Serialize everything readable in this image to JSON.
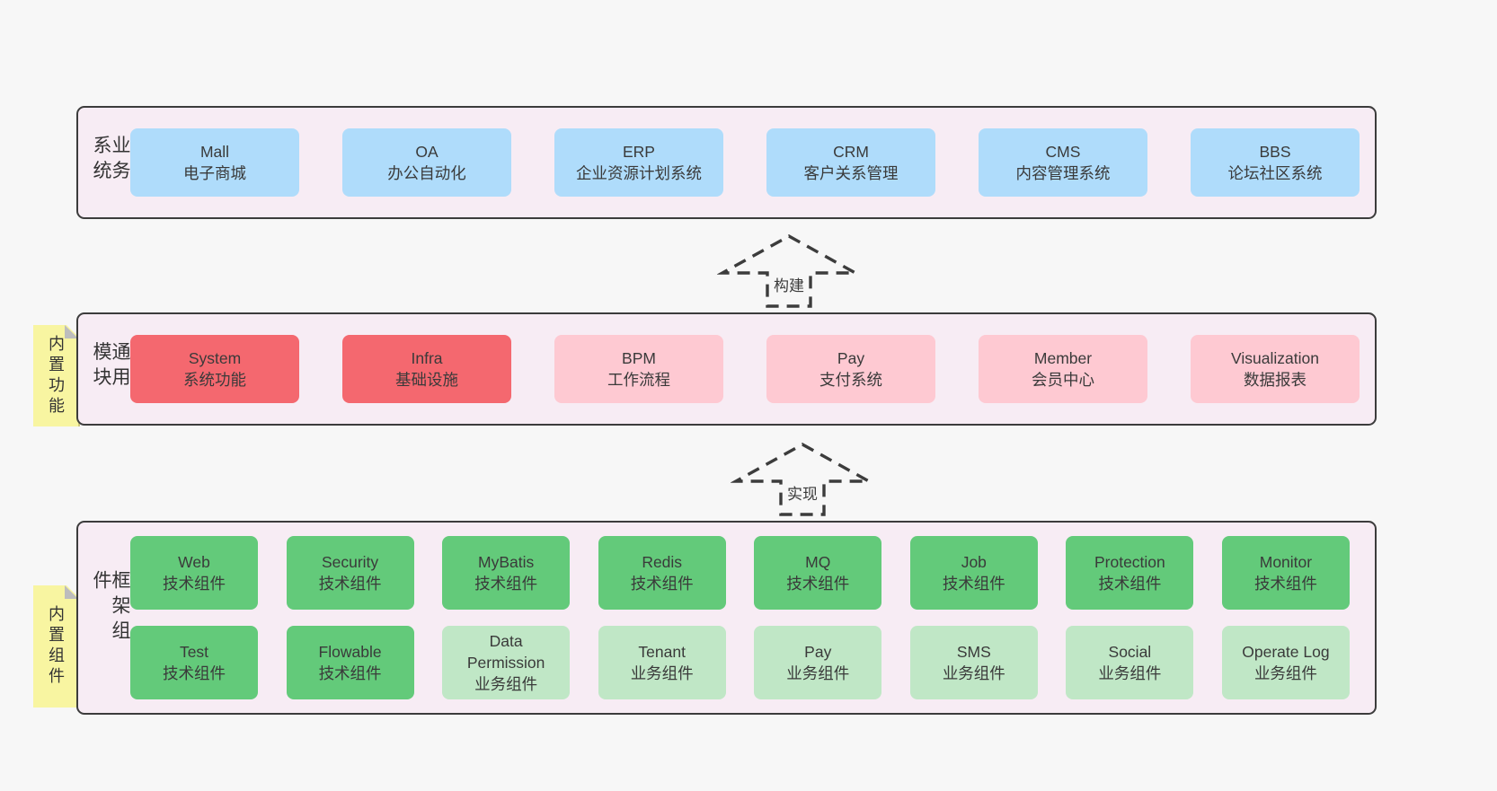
{
  "palette": {
    "page_bg": "#f7f7f7",
    "band_fill": "#f7ecf4",
    "band_border": "#3c3c3c",
    "blue": "#afdcfb",
    "red": "#f4686f",
    "pink": "#fec9d2",
    "green": "#63ca7a",
    "light_green": "#c0e7c6",
    "sticky_yellow": "#f8f5a1",
    "text": "#3a3a3a"
  },
  "arrows": [
    {
      "label": "构建"
    },
    {
      "label": "实现"
    }
  ],
  "bands": [
    {
      "label": "业务系统",
      "boxes": [
        {
          "name": "Mall",
          "desc": "电子商城"
        },
        {
          "name": "OA",
          "desc": "办公自动化"
        },
        {
          "name": "ERP",
          "desc": "企业资源计划系统"
        },
        {
          "name": "CRM",
          "desc": "客户关系管理"
        },
        {
          "name": "CMS",
          "desc": "内容管理系统"
        },
        {
          "name": "BBS",
          "desc": "论坛社区系统"
        }
      ]
    },
    {
      "label": "通用模块",
      "sticky": "内置功能",
      "boxes": [
        {
          "name": "System",
          "desc": "系统功能"
        },
        {
          "name": "Infra",
          "desc": "基础设施"
        },
        {
          "name": "BPM",
          "desc": "工作流程"
        },
        {
          "name": "Pay",
          "desc": "支付系统"
        },
        {
          "name": "Member",
          "desc": "会员中心"
        },
        {
          "name": "Visualization",
          "desc": "数据报表"
        }
      ]
    },
    {
      "label": "框架组件",
      "sticky": "内置组件",
      "rows": [
        [
          {
            "name": "Web",
            "desc": "技术组件"
          },
          {
            "name": "Security",
            "desc": "技术组件"
          },
          {
            "name": "MyBatis",
            "desc": "技术组件"
          },
          {
            "name": "Redis",
            "desc": "技术组件"
          },
          {
            "name": "MQ",
            "desc": "技术组件"
          },
          {
            "name": "Job",
            "desc": "技术组件"
          },
          {
            "name": "Protection",
            "desc": "技术组件"
          },
          {
            "name": "Monitor",
            "desc": "技术组件"
          }
        ],
        [
          {
            "name": "Test",
            "desc": "技术组件"
          },
          {
            "name": "Flowable",
            "desc": "技术组件"
          },
          {
            "name": "Data\nPermission",
            "desc": "业务组件"
          },
          {
            "name": "Tenant",
            "desc": "业务组件"
          },
          {
            "name": "Pay",
            "desc": "业务组件"
          },
          {
            "name": "SMS",
            "desc": "业务组件"
          },
          {
            "name": "Social",
            "desc": "业务组件"
          },
          {
            "name": "Operate Log",
            "desc": "业务组件"
          }
        ]
      ]
    }
  ]
}
